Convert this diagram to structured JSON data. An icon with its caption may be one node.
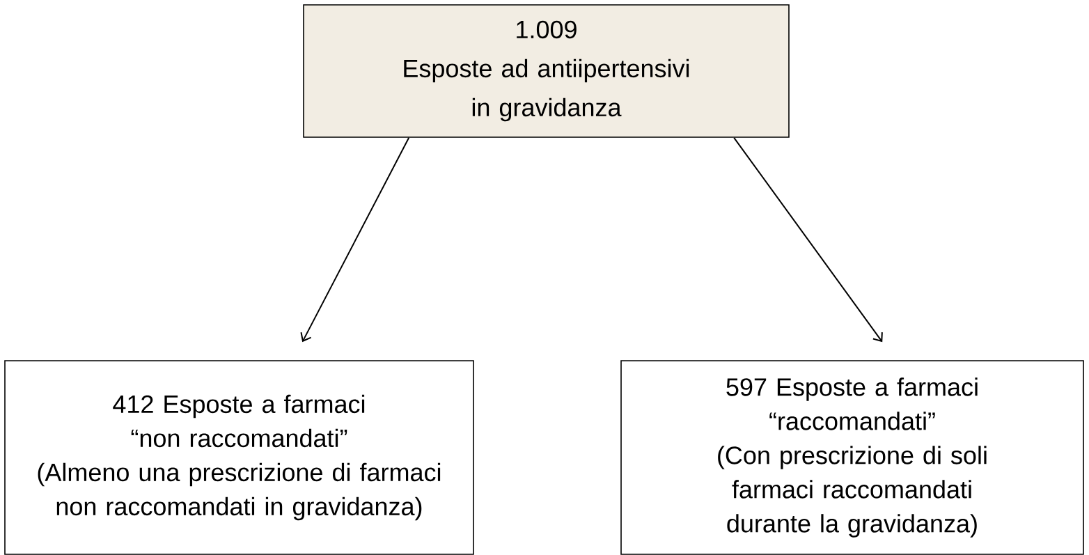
{
  "diagram": {
    "nodes": [
      {
        "text": [
          "1.009",
          "Esposte ad antiipertensivi in gravidanza"
        ]
      },
      {
        "text": [
          "412 Esposte a farmaci “non raccomandati”",
          "(Almeno una prescrizione di farmaci non raccomandati in gravidanza)"
        ]
      },
      {
        "text": [
          "597 Esposte a farmaci “raccomandati”",
          "(Con prescrizione di soli farmaci raccomandati durante la gravidanza)"
        ]
      }
    ],
    "edges": [
      {
        "from": 0,
        "to": 1,
        "arrow": "to"
      },
      {
        "from": 0,
        "to": 2,
        "arrow": "to"
      }
    ]
  }
}
